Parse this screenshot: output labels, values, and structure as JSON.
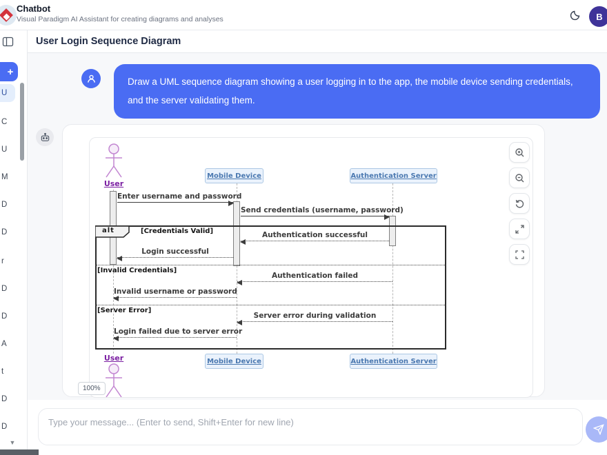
{
  "header": {
    "app_title": "Chatbot",
    "app_subtitle": "Visual Paradigm AI Assistant for creating diagrams and analyses",
    "avatar_initial": "B"
  },
  "page": {
    "title": "User Login Sequence Diagram"
  },
  "sidebar": {
    "new_chat": "+",
    "items": [
      "U",
      "C",
      "U",
      "M",
      "D",
      "D",
      "r",
      "D",
      "D",
      "A",
      "t",
      "D",
      "D"
    ],
    "scroll_down": "▼"
  },
  "chat": {
    "user_message": "Draw a UML sequence diagram showing a user logging in to the app, the mobile device sending credentials, and the server validating them."
  },
  "diagram": {
    "participants": {
      "user": "User",
      "mobile": "Mobile Device",
      "server": "Authentication Server"
    },
    "fragment": {
      "operator": "alt",
      "guard_valid": "[Credentials Valid]",
      "guard_invalid": "[Invalid Credentials]",
      "guard_error": "[Server Error]"
    },
    "messages": {
      "m0": "Enter username and password",
      "m1": "Send credentials (username, password)",
      "m2": "Authentication successful",
      "m3": "Login successful",
      "m4": "Authentication failed",
      "m5": "Invalid username or password",
      "m6": "Server error during validation",
      "m7": "Login failed due to server error"
    },
    "zoom_level": "100%"
  },
  "composer": {
    "placeholder": "Type your message... (Enter to send, Shift+Enter for new line)"
  },
  "colors": {
    "accent_blue": "#4a6cf3",
    "avatar_purple": "#3f3399",
    "participant_blue": "#4a78b0",
    "actor_purple": "#7b1fa2",
    "send_disabled": "#a9b8f8"
  }
}
